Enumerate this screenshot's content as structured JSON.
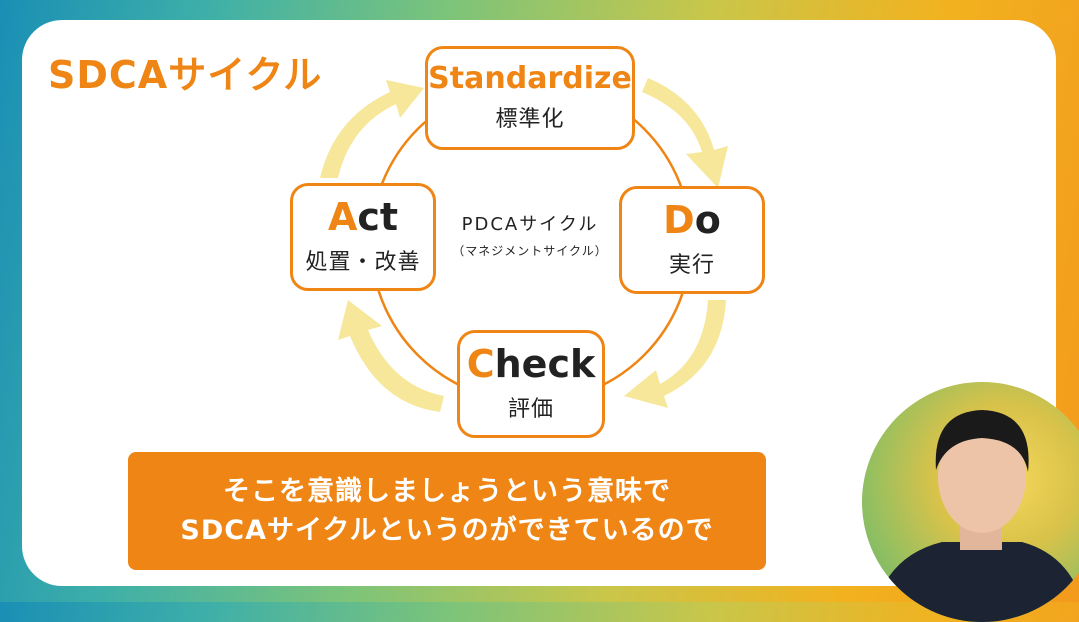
{
  "title": "SDCAサイクル",
  "cycle": {
    "standardize": {
      "en": "Standardize",
      "jp": "標準化"
    },
    "do": {
      "initial": "D",
      "rest": "o",
      "jp": "実行"
    },
    "check": {
      "initial": "C",
      "rest": "heck",
      "jp": "評価"
    },
    "act": {
      "initial": "A",
      "rest": "ct",
      "jp": "処置・改善"
    }
  },
  "center": {
    "main": "PDCAサイクル",
    "sub": "（マネジメントサイクル）"
  },
  "caption": {
    "line1": "そこを意識しましょうという意味で",
    "line2": "SDCAサイクルというのができているので"
  },
  "colors": {
    "accent": "#ee8514",
    "arrow": "#f6e79a",
    "ring": "#ee8514"
  }
}
